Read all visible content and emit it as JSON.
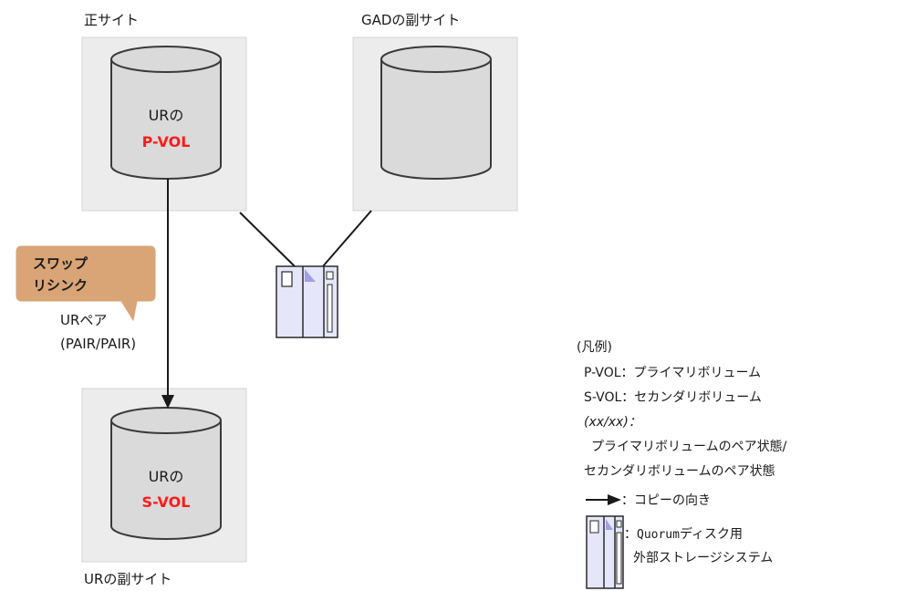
{
  "sites": {
    "primary_label": "正サイト",
    "gad_secondary_label": "GADの副サイト",
    "ur_secondary_label": "URの副サイト"
  },
  "volumes": {
    "pvol_line1": "URの",
    "pvol_line2": "P-VOL",
    "svol_line1": "URの",
    "svol_line2": "S-VOL"
  },
  "callout": {
    "line1": "スワップ",
    "line2": "リシンク"
  },
  "pair": {
    "line1": "URペア",
    "line2": "(PAIR/PAIR)"
  },
  "legend": {
    "title": "(凡例)",
    "pvol_row": "P-VOL：プライマリボリューム",
    "svol_row": "S-VOL：セカンダリボリューム",
    "state_row": "(xx/xx)：",
    "state_desc1": "プライマリボリュームのペア状態/",
    "state_desc2": "セカンダリボリュームのペア状態",
    "arrow_desc": "：コピーの向き",
    "quorum_line1_prefix": "：",
    "quorum_line1_word": "Quorum",
    "quorum_line1_rest": "ディスク用",
    "quorum_line2": "外部ストレージシステム"
  },
  "colors": {
    "site_box_fill": "#ececec",
    "site_box_stroke": "#d4d4d4",
    "cylinder_fill": "#dadada",
    "cylinder_stroke": "#3a3a3a",
    "vol_name_red": "#ff1a1a",
    "callout_fill": "#d9a476",
    "storage_fill": "#e6e6fa",
    "storage_accent": "#a0a0e6"
  }
}
